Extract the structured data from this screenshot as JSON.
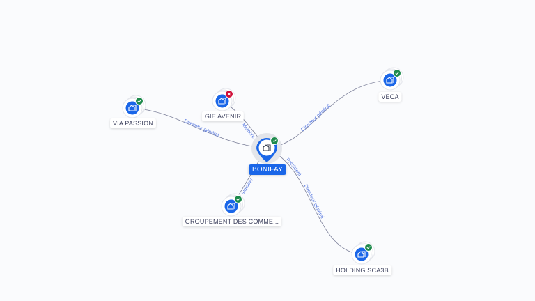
{
  "center": {
    "label": "BONIFAY",
    "status": "active"
  },
  "nodes": [
    {
      "id": "via",
      "label": "VIA PASSION",
      "status": "active",
      "relations": [
        "Directeur général"
      ]
    },
    {
      "id": "gie",
      "label": "GIE AVENIR",
      "status": "closed",
      "relations": [
        "Membre"
      ]
    },
    {
      "id": "veca",
      "label": "VECA",
      "status": "active",
      "relations": [
        "Directeur général"
      ]
    },
    {
      "id": "grp",
      "label": "GROUPEMENT DES COMME...",
      "status": "active",
      "relations": [
        "Membre"
      ]
    },
    {
      "id": "hold",
      "label": "HOLDING SCA3B",
      "status": "active",
      "relations": [
        "Président",
        "Directeur général"
      ]
    }
  ],
  "colors": {
    "primary": "#1a66e8",
    "active": "#1e8a4c",
    "closed": "#d0103a",
    "edge": "#7b7f99",
    "edge_label": "#5b7be0"
  }
}
